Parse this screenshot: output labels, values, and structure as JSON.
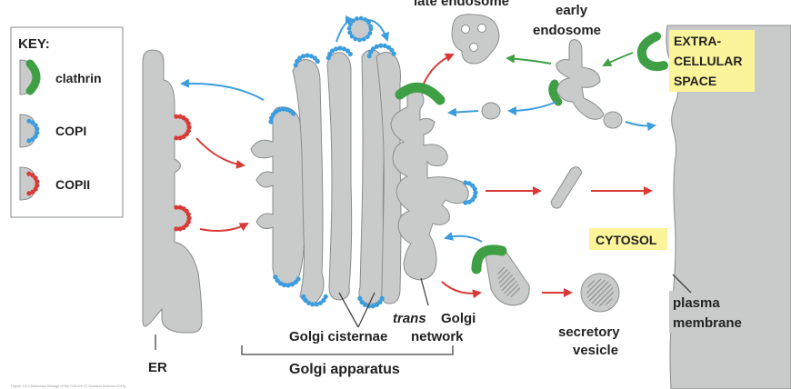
{
  "key": {
    "title": "KEY:",
    "items": [
      {
        "label": "clathrin",
        "color": "#3f9f45"
      },
      {
        "label": "COPI",
        "color": "#3b9ddd"
      },
      {
        "label": "COPII",
        "color": "#d93a36"
      }
    ]
  },
  "labels": {
    "late_endosome": "late endosome",
    "early_endosome_1": "early",
    "early_endosome_2": "endosome",
    "extracellular_1": "EXTRA-",
    "extracellular_2": "CELLULAR",
    "extracellular_3": "SPACE",
    "cytosol": "CYTOSOL",
    "plasma_1": "plasma",
    "plasma_2": "membrane",
    "secretory_1": "secretory",
    "secretory_2": "vesicle",
    "golgi_cisternae": "Golgi cisternae",
    "trans_italic": "trans",
    "trans_golgi": "Golgi",
    "network": "network",
    "golgi_apparatus": "Golgi apparatus",
    "er": "ER",
    "caption": "Figure 13-3 Molecular Biology of the Cell 6/e (© Garland Science 2015)"
  },
  "colors": {
    "membrane_fill": "#c9cbcb",
    "membrane_edge": "#8a8c8d",
    "clathrin": "#3f9f45",
    "copi": "#3b9ddd",
    "copii": "#d93a36",
    "arrow_red": "#d93a36",
    "arrow_blue": "#3b9ddd",
    "arrow_green": "#3f9f45",
    "highlight": "#fbf49a"
  }
}
